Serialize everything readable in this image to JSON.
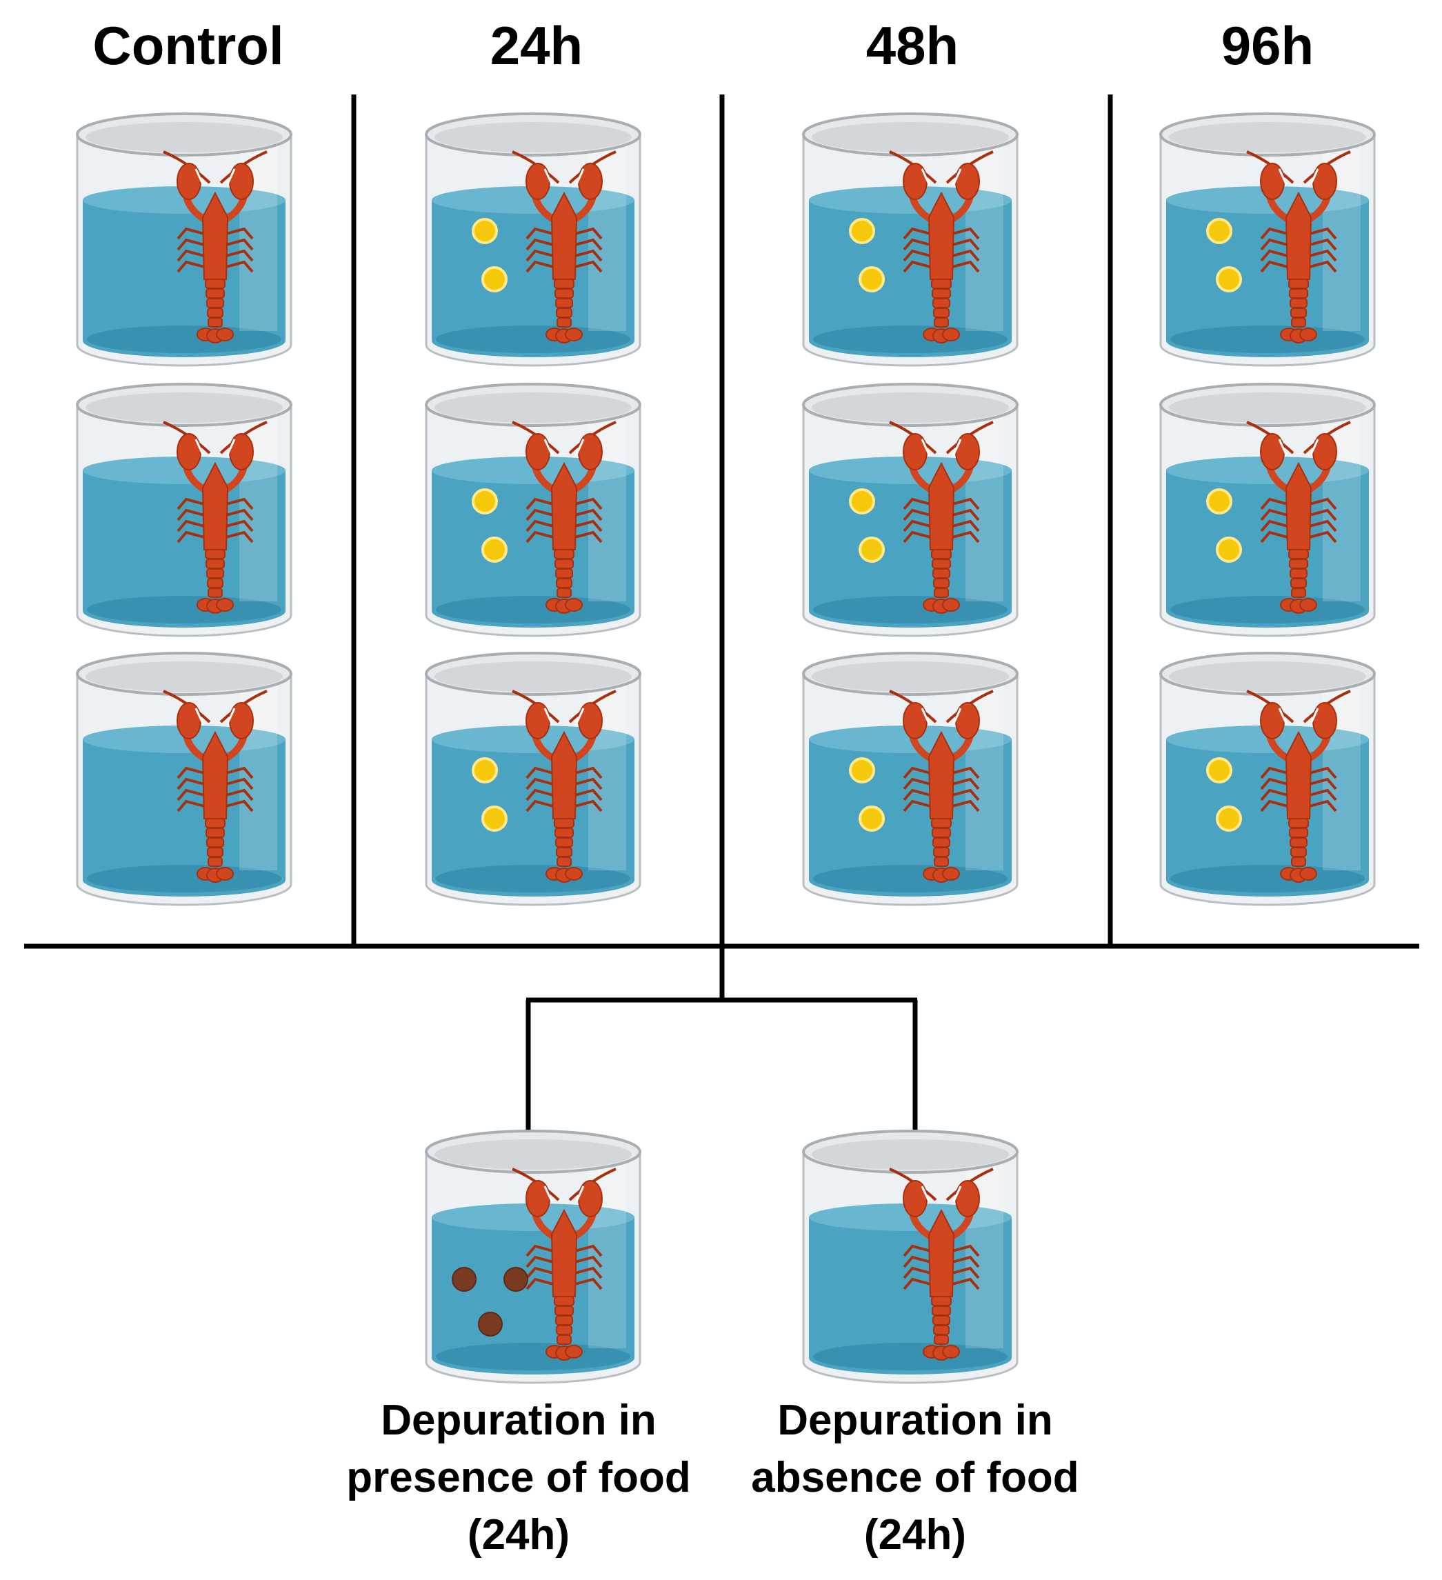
{
  "headers": [
    "Control",
    "24h",
    "48h",
    "96h"
  ],
  "depuration": [
    {
      "line1": "Depuration in",
      "line2": "presence of food",
      "line3": "(24h)"
    },
    {
      "line1": "Depuration in",
      "line2": "absence of food",
      "line3": "(24h)"
    }
  ],
  "groups": [
    {
      "tanks": 3,
      "pellets": 0
    },
    {
      "tanks": 3,
      "pellets": 2
    },
    {
      "tanks": 3,
      "pellets": 2
    },
    {
      "tanks": 3,
      "pellets": 2
    }
  ],
  "depuration_tanks": [
    {
      "food_pellets": 3
    },
    {
      "food_pellets": 0
    }
  ],
  "colors": {
    "water": "#4aa3c0",
    "water_dark": "#2f86a6",
    "glass": "#d9dde0",
    "crayfish": "#d2461f",
    "crayfish_dark": "#a8300f",
    "pellet": "#f6c80b",
    "food": "#7a3a22",
    "line": "#000000"
  },
  "icons": [
    "beaker-icon",
    "crayfish-icon",
    "pellet-icon",
    "food-pellet-icon"
  ]
}
